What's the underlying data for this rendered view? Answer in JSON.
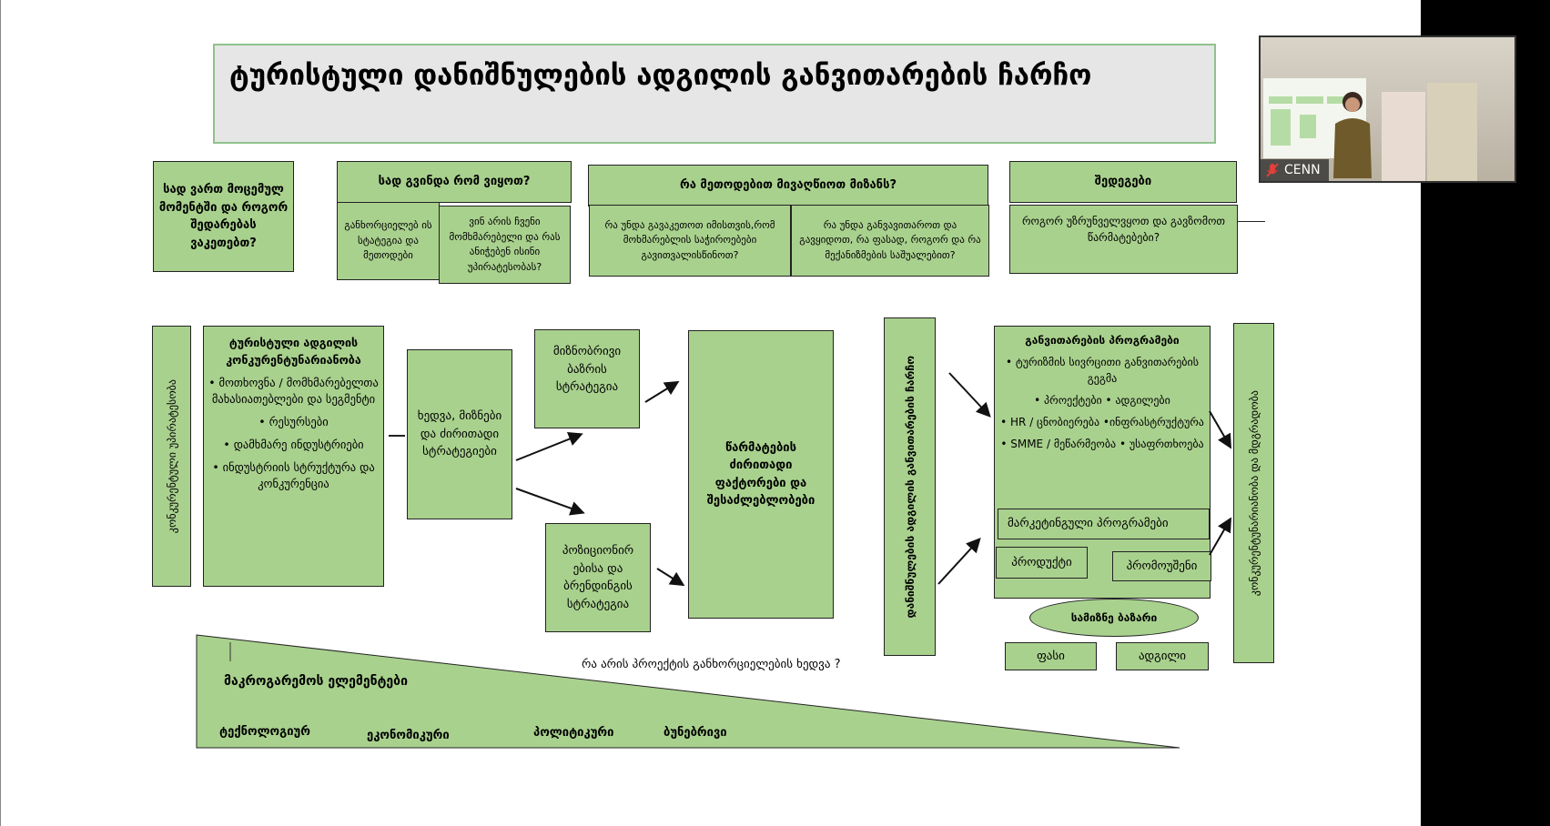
{
  "slide": {
    "title": "ტურისტული დანიშნულების ადგილის განვითარების ჩარჩო",
    "top_row": {
      "q1": "სად ვართ მოცემულ მომენტში და როგორ შედარებას ვაკეთებთ?",
      "q2_header": "სად გვინდა რომ ვიყოთ?",
      "q2_left": "განხორციელებ ის სტატეგია და მეთოდები",
      "q2_right": "ვინ არის ჩვენი მომხმარებელი და რას ანიჭებენ ისინი უპირატესობას?",
      "q3_header": "რა მეთოდებით მივაღწიოთ მიზანს?",
      "q3_left": "რა უნდა გავაკეთოთ იმისთვის,რომ მოხმარებლის საჭიროებები გავითვალისწინოთ?",
      "q3_right": "რა უნდა განვავითაროთ და გავყიდოთ, რა ფასად, როგორ და რა მექანიზმების საშუალებით?",
      "q4_header": "შედეგები",
      "q4_body": "როგორ უზრუნველვყოთ და გავზომოთ წარმატებები?"
    },
    "middle": {
      "vertical_left": "კონკურენტული უპირატესობა",
      "competitiveness_title": "ტურისტული ადგილის კონკურენტუნარიანობა",
      "competitiveness_items": [
        "• მოთხოვნა / მომხმარებელთა მახასიათებლები და სეგმენტი",
        "• რესურსები",
        "• დამხმარე ინდუსტრიები",
        "• ინდუსტრიის სტრუქტურა და კონკურენცია"
      ],
      "vision": "ხედვა, მიზნები და ძირითადი სტრატეგიები",
      "target_market": "მიზნობრივი ბაზრის სტრატეგია",
      "positioning": "პოზიციონირ ებისა და ბრენდინგის სტრატეგია",
      "success_factors": "წარმატების ძირითადი ფაქტორები და შესაძლებლობები",
      "vertical_mid": "დანიშნულების ადგილის განვითარების ჩარჩო",
      "dev_title": "განვითარების პროგრამები",
      "dev_items": [
        "• ტურიზმის სივრცითი განვითარების გეგმა",
        "• პროექტები • ადგილები",
        "• HR / ცნობიერება •ინფრასტრუქტურა",
        "• SMME / მეწარმეობა • უსაფრთხოება"
      ],
      "marketing": "მარკეტინგული პროგრამები",
      "product": "პროდუქტი",
      "promotion": "პრომოუშენი",
      "target_market_ellipse": "სამიზნე ბაზარი",
      "price": "ფასი",
      "place": "ადგილი",
      "vertical_right": "კონკურენტუნარიანობა და მდგრადობა"
    },
    "bottom": {
      "question": "რა არის პროექტის განხორციელების ხედვა ?",
      "macro_title": "მაკროგარემოს ელემენტები",
      "macro_items": [
        "ტექნოლოგიურ",
        "ეკონომიკური",
        "პოლიტიკური",
        "ბუნებრივი"
      ]
    }
  },
  "video": {
    "participant_name": "CENN",
    "mic_status": "muted",
    "mic_icon": "mic-muted-icon",
    "mic_color": "#e0413a"
  },
  "colors": {
    "box_fill": "#a9d18e",
    "title_bg": "#e6e6e6",
    "title_border": "#8fc28c"
  }
}
